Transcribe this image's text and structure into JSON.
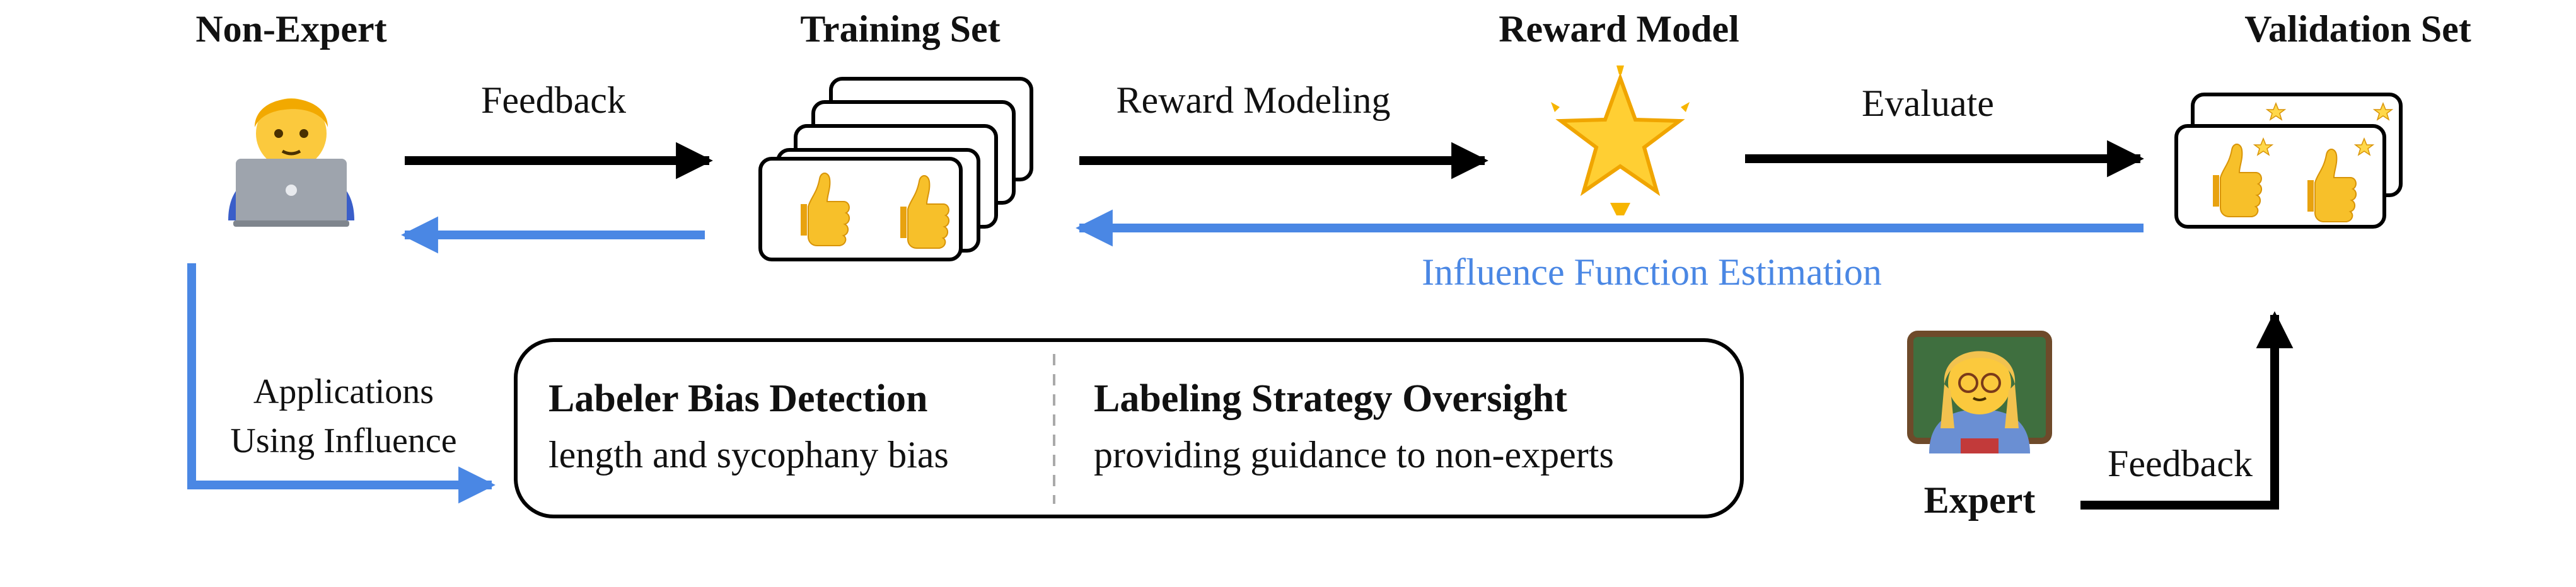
{
  "nodes": {
    "non_expert": "Non-Expert",
    "training_set": "Training Set",
    "reward_model": "Reward Model",
    "validation_set": "Validation Set",
    "expert": "Expert"
  },
  "edges": {
    "feedback_top": "Feedback",
    "reward_modeling": "Reward Modeling",
    "evaluate": "Evaluate",
    "influence": "Influence Function Estimation",
    "applications_line1": "Applications",
    "applications_line2": "Using Influence",
    "feedback_expert": "Feedback"
  },
  "applications_box": {
    "left_title": "Labeler Bias Detection",
    "left_sub": "length and sycophany bias",
    "right_title": "Labeling Strategy Oversight",
    "right_sub": "providing guidance to non-experts"
  },
  "icons": {
    "non_expert": "person-with-laptop-icon",
    "thumbs_up": "thumbs-up-icon",
    "thumbs_down": "thumbs-down-icon",
    "reward_star": "glowing-star-icon",
    "expert": "teacher-icon"
  },
  "colors": {
    "blue_arrow": "#4a87e4",
    "black_arrow": "#000000",
    "emoji_yellow": "#f7c02a"
  }
}
